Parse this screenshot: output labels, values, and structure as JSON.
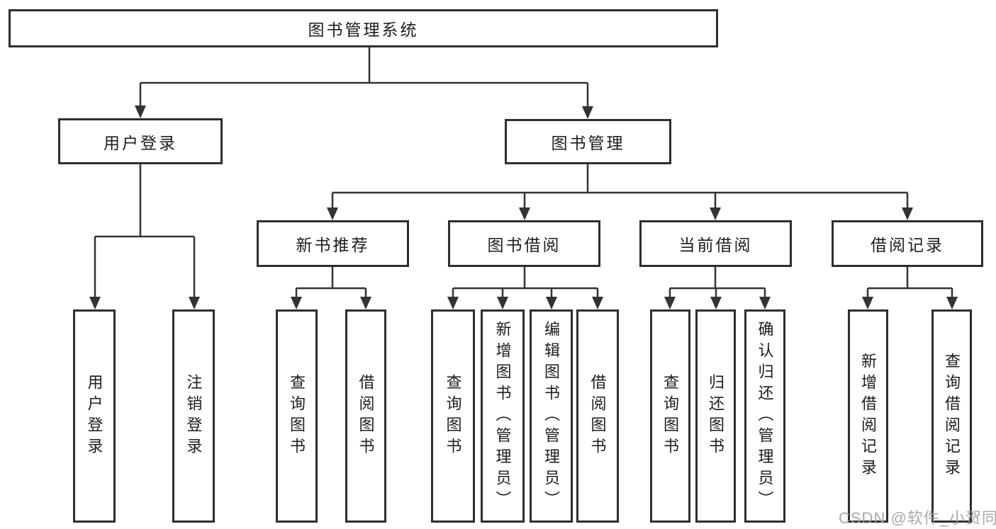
{
  "diagram": {
    "root": "图书管理系统",
    "branches": [
      {
        "label": "用户登录",
        "children": [
          "用户登录",
          "注销登录"
        ]
      },
      {
        "label": "图书管理",
        "sections": [
          {
            "label": "新书推荐",
            "children": [
              "查询图书",
              "借阅图书"
            ]
          },
          {
            "label": "图书借阅",
            "children": [
              "查询图书",
              "新增图书（管理员）",
              "编辑图书（管理员）",
              "借阅图书"
            ]
          },
          {
            "label": "当前借阅",
            "children": [
              "查询图书",
              "归还图书",
              "确认归还（管理员）"
            ]
          },
          {
            "label": "借阅记录",
            "children": [
              "新增借阅记录",
              "查询借阅记录"
            ]
          }
        ]
      }
    ]
  },
  "watermark": "CSDN @软件_小贺同学",
  "colors": {
    "line": "#333333",
    "box_border": "#2e2e2e",
    "text": "#1d1d1d",
    "watermark": "#9e9e9e",
    "background": "#ffffff"
  }
}
